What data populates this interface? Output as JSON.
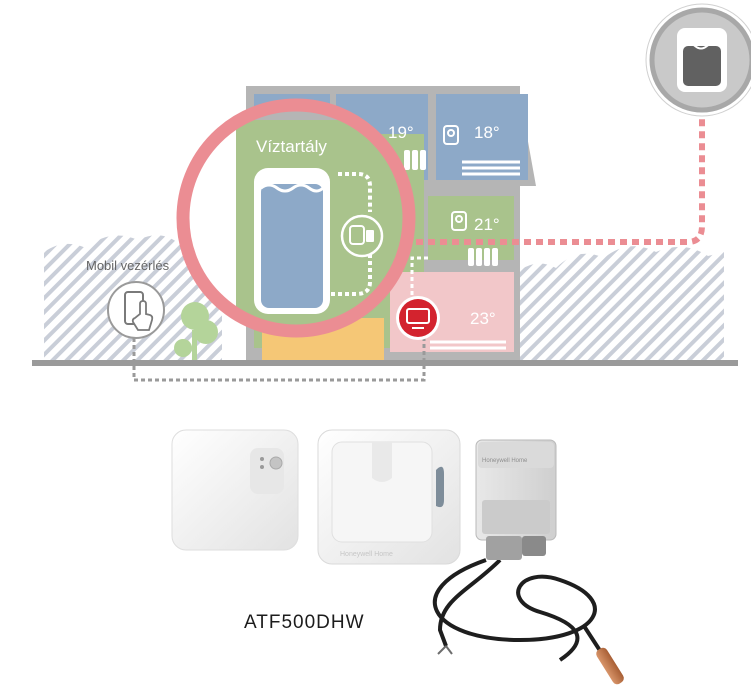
{
  "diagram": {
    "tank_label": "Víztartály",
    "mobile_label": "Mobil vezérlés",
    "temps": {
      "upper_middle": "19°",
      "upper_right": "18°",
      "middle_right": "21°",
      "lower_right": "23°"
    },
    "colors": {
      "accent": "#d3232e",
      "ring": "#eb8d93",
      "link": "#eb8d93",
      "green": "#a9c38c",
      "blue": "#8da9c8",
      "pink": "#f2c7c9",
      "yellow": "#f5c776",
      "grey": "#b5b5b5"
    }
  },
  "products": {
    "model_label": "ATF500DHW",
    "brand_text": "Honeywell Home"
  }
}
